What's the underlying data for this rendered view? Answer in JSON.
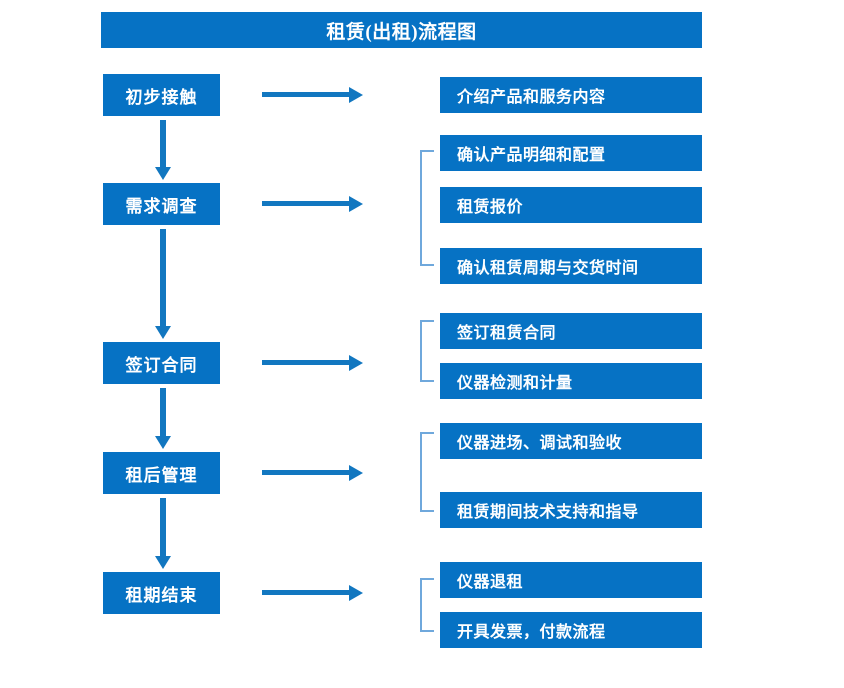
{
  "diagram": {
    "title": "租赁(出租)流程图",
    "accent_color": "#0672c4",
    "arrow_color": "#1277c0",
    "bracket_color": "#6fa8dc",
    "background_color": "#ffffff",
    "stages": [
      {
        "label": "初步接触"
      },
      {
        "label": "需求调查"
      },
      {
        "label": "签订合同"
      },
      {
        "label": "租后管理"
      },
      {
        "label": "租期结束"
      }
    ],
    "details": [
      {
        "label": "介绍产品和服务内容"
      },
      {
        "label": "确认产品明细和配置"
      },
      {
        "label": "租赁报价"
      },
      {
        "label": "确认租赁周期与交货时间"
      },
      {
        "label": "签订租赁合同"
      },
      {
        "label": "仪器检测和计量"
      },
      {
        "label": "仪器进场、调试和验收"
      },
      {
        "label": "租赁期间技术支持和指导"
      },
      {
        "label": "仪器退租"
      },
      {
        "label": "开具发票，付款流程"
      }
    ]
  }
}
